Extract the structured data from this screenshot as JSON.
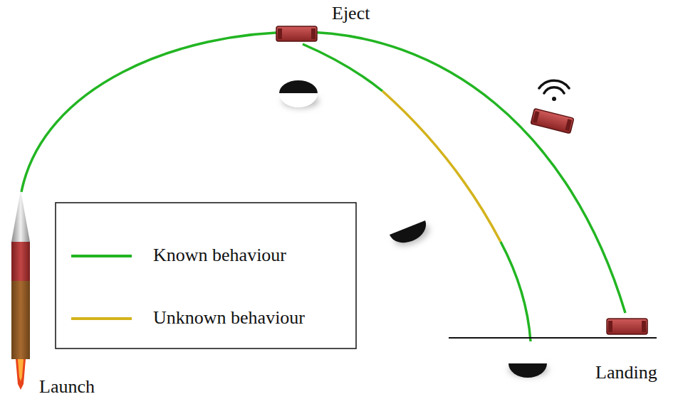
{
  "diagram": {
    "labels": [
      "Eject",
      "Launch",
      "Landing"
    ],
    "legend": [
      {
        "text": "Known behaviour"
      },
      {
        "text": "Unknown behaviour"
      }
    ]
  }
}
